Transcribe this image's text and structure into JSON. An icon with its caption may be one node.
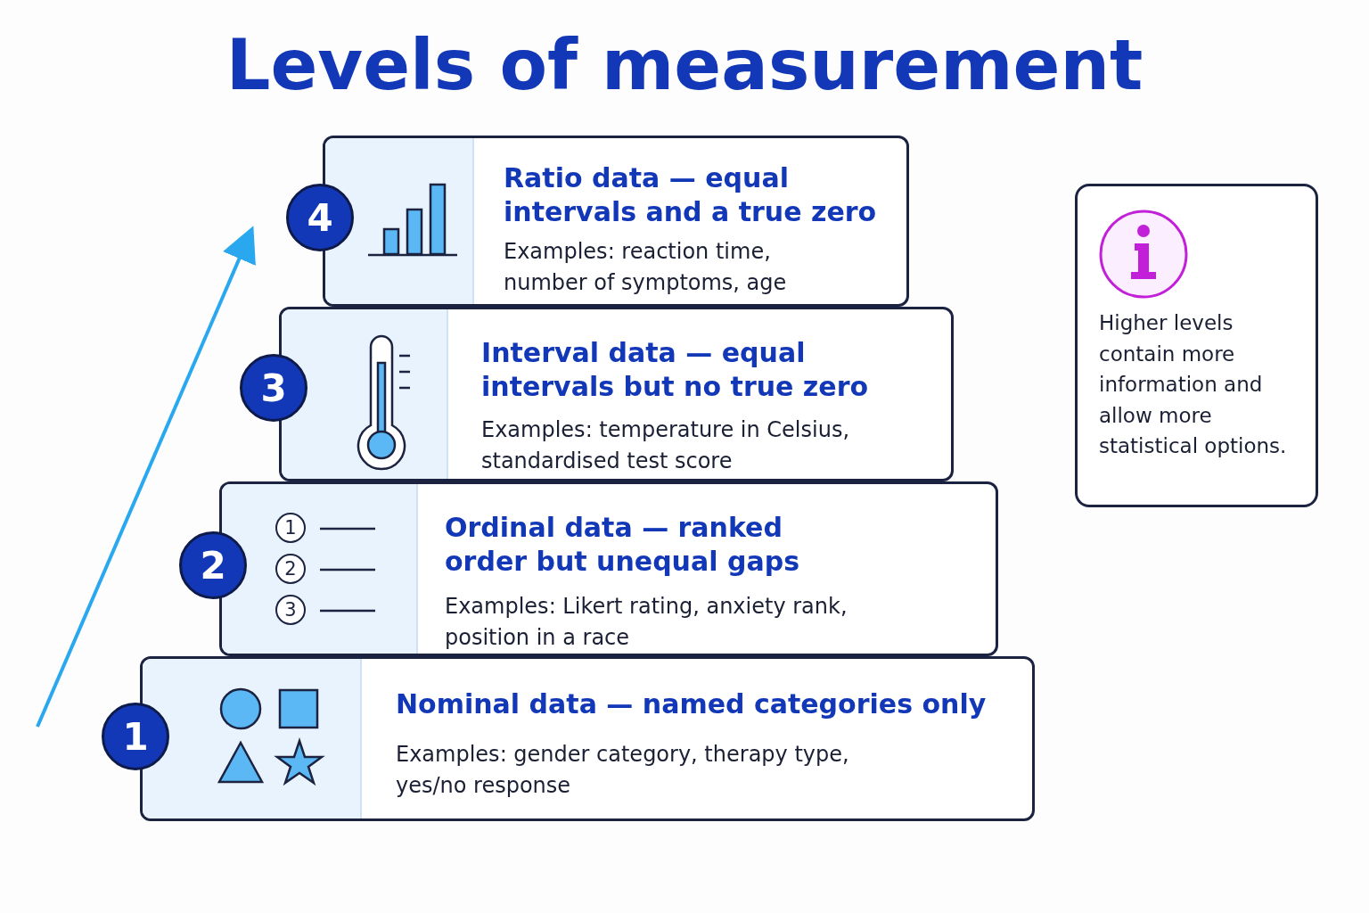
{
  "diagram": {
    "title": "Levels of measurement",
    "nodes": [
      {
        "text": [
          "Ratio data — equal intervals and a true zero",
          "Examples: reaction time, number of symptoms, age"
        ]
      },
      {
        "text": [
          "4"
        ]
      },
      {
        "text": [
          "Higher levels contain more information and allow more statistical options."
        ]
      },
      {
        "text": [
          "Interval data — equal intervals but no true zero",
          "Examples: temperature in Celsius, standardised test score"
        ]
      },
      {
        "text": [
          "3"
        ]
      },
      {
        "text": [
          "Ordinal data — ranked order but unequal gaps",
          "Examples: Likert rating, anxiety rank, position in a race"
        ]
      },
      {
        "text": [
          "2"
        ]
      },
      {
        "text": [
          "Nominal data — named categories only",
          "Examples: gender category, therapy type, yes/no response"
        ]
      },
      {
        "text": [
          "1"
        ]
      }
    ],
    "edges": [],
    "labels": [
      "1",
      "2",
      "3"
    ]
  }
}
